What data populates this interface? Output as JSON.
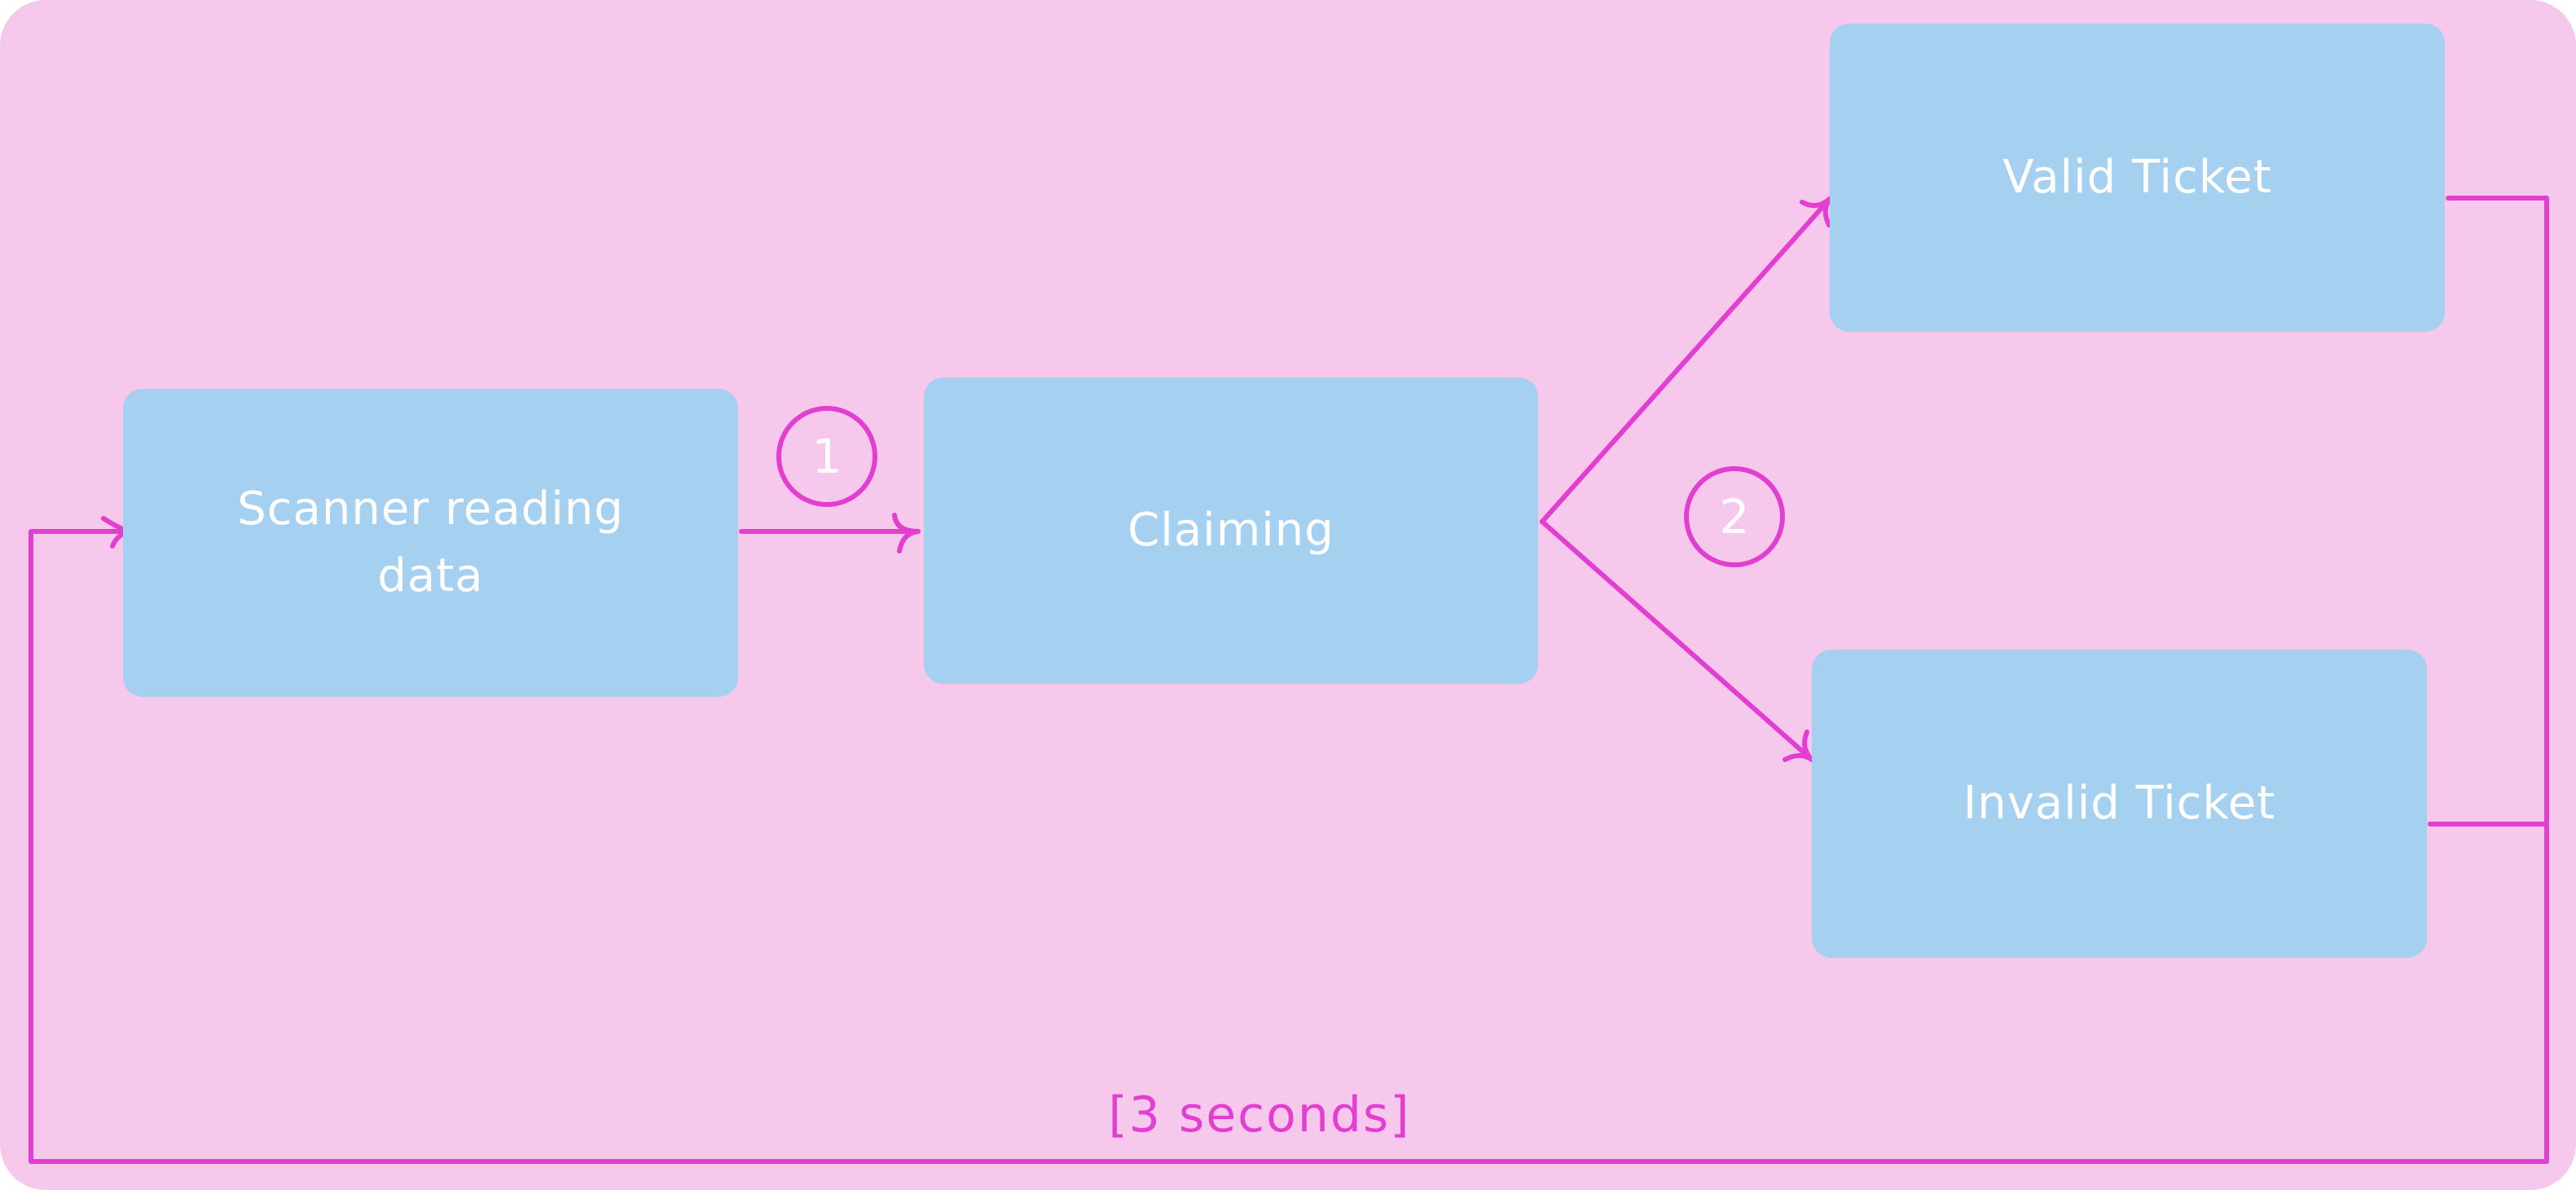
{
  "colors": {
    "background": "#f5c8ec",
    "node_fill": "#a5d0f0",
    "connector": "#e23ed0",
    "node_text": "#ffffff"
  },
  "nodes": {
    "scanner": {
      "line1": "Scanner reading",
      "line2": "data"
    },
    "claiming": {
      "label": "Claiming"
    },
    "valid": {
      "label": "Valid Ticket"
    },
    "invalid": {
      "label": "Invalid Ticket"
    }
  },
  "step_markers": [
    {
      "label": "1"
    },
    {
      "label": "2"
    }
  ],
  "loop_label": "[3 seconds]",
  "edges": [
    {
      "from": "Scanner reading data",
      "to": "Claiming",
      "marker": "1"
    },
    {
      "from": "Claiming",
      "to": "Valid Ticket",
      "marker": "2"
    },
    {
      "from": "Claiming",
      "to": "Invalid Ticket",
      "marker": "2"
    },
    {
      "from": "Valid Ticket",
      "to": "Scanner reading data",
      "label": "[3 seconds]"
    },
    {
      "from": "Invalid Ticket",
      "to": "Scanner reading data",
      "label": "[3 seconds]"
    }
  ]
}
